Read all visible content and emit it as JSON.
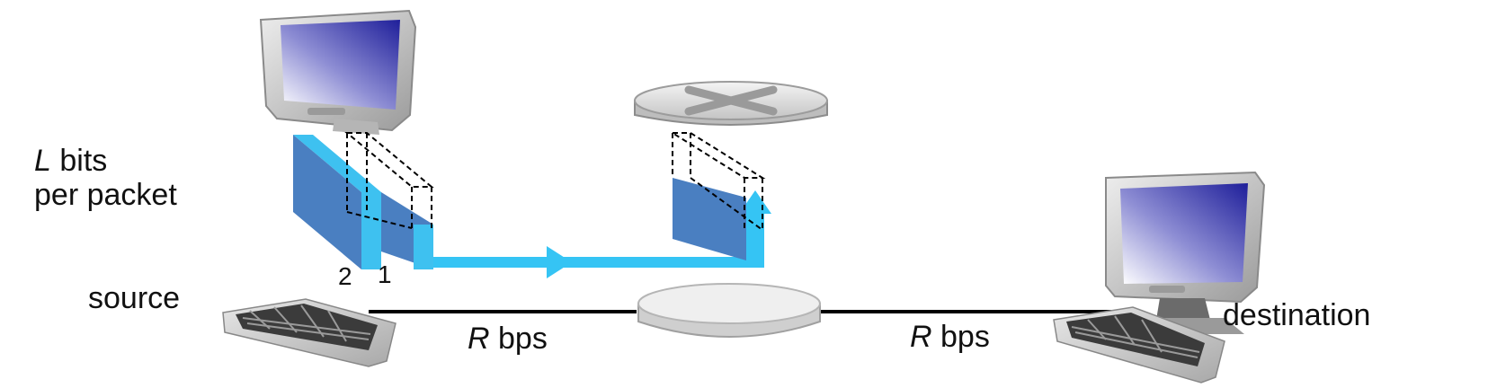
{
  "labels": {
    "packet_size_var": "L",
    "packet_size_unit": "bits",
    "packet_size_line2": "per packet",
    "source": "source",
    "destination": "destination",
    "link1_rate_var": "R",
    "link1_rate_unit": "bps",
    "link2_rate_var": "R",
    "link2_rate_unit": "bps",
    "packet_2": "2",
    "packet_1": "1"
  },
  "colors": {
    "packet_fill": "#4a7fc1",
    "packet_edge": "#3ec1f0",
    "arrow": "#35c4f4",
    "link": "#000000",
    "screen_dark": "#1f1f9a",
    "device_gray": "#cfcfcf"
  },
  "icons": [
    "monitor-icon",
    "keyboard-icon",
    "router-icon",
    "switch-icon"
  ]
}
